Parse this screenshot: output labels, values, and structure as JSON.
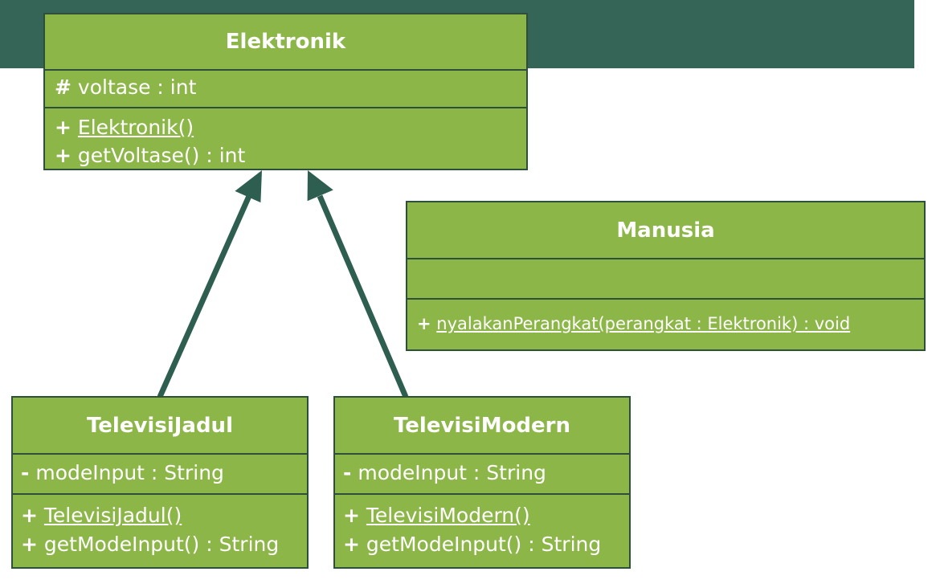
{
  "colors": {
    "banner": "#356556",
    "box_fill": "#8cb648",
    "box_border": "#2e4f3a",
    "arrow": "#2e5e4f",
    "text": "#ffffff"
  },
  "classes": {
    "elektronik": {
      "name": "Elektronik",
      "attributes": [
        {
          "vis": "#",
          "text": "voltase : int"
        }
      ],
      "methods": [
        {
          "vis": "+",
          "text": "Elektronik()"
        },
        {
          "vis": "+",
          "text": "getVoltase() : int"
        }
      ]
    },
    "manusia": {
      "name": "Manusia",
      "attributes": [],
      "methods": [
        {
          "vis": "+",
          "text": "nyalakanPerangkat(perangkat : Elektronik) : void"
        }
      ]
    },
    "televisi_jadul": {
      "name": "TelevisiJadul",
      "attributes": [
        {
          "vis": "-",
          "text": "modeInput : String"
        }
      ],
      "methods": [
        {
          "vis": "+",
          "text": "TelevisiJadul()"
        },
        {
          "vis": "+",
          "text": "getModeInput() : String"
        }
      ]
    },
    "televisi_modern": {
      "name": "TelevisiModern",
      "attributes": [
        {
          "vis": "-",
          "text": "modeInput : String"
        }
      ],
      "methods": [
        {
          "vis": "+",
          "text": "TelevisiModern()"
        },
        {
          "vis": "+",
          "text": "getModeInput() : String"
        }
      ]
    }
  },
  "relations": [
    {
      "type": "inheritance",
      "from": "TelevisiJadul",
      "to": "Elektronik"
    },
    {
      "type": "inheritance",
      "from": "TelevisiModern",
      "to": "Elektronik"
    }
  ]
}
